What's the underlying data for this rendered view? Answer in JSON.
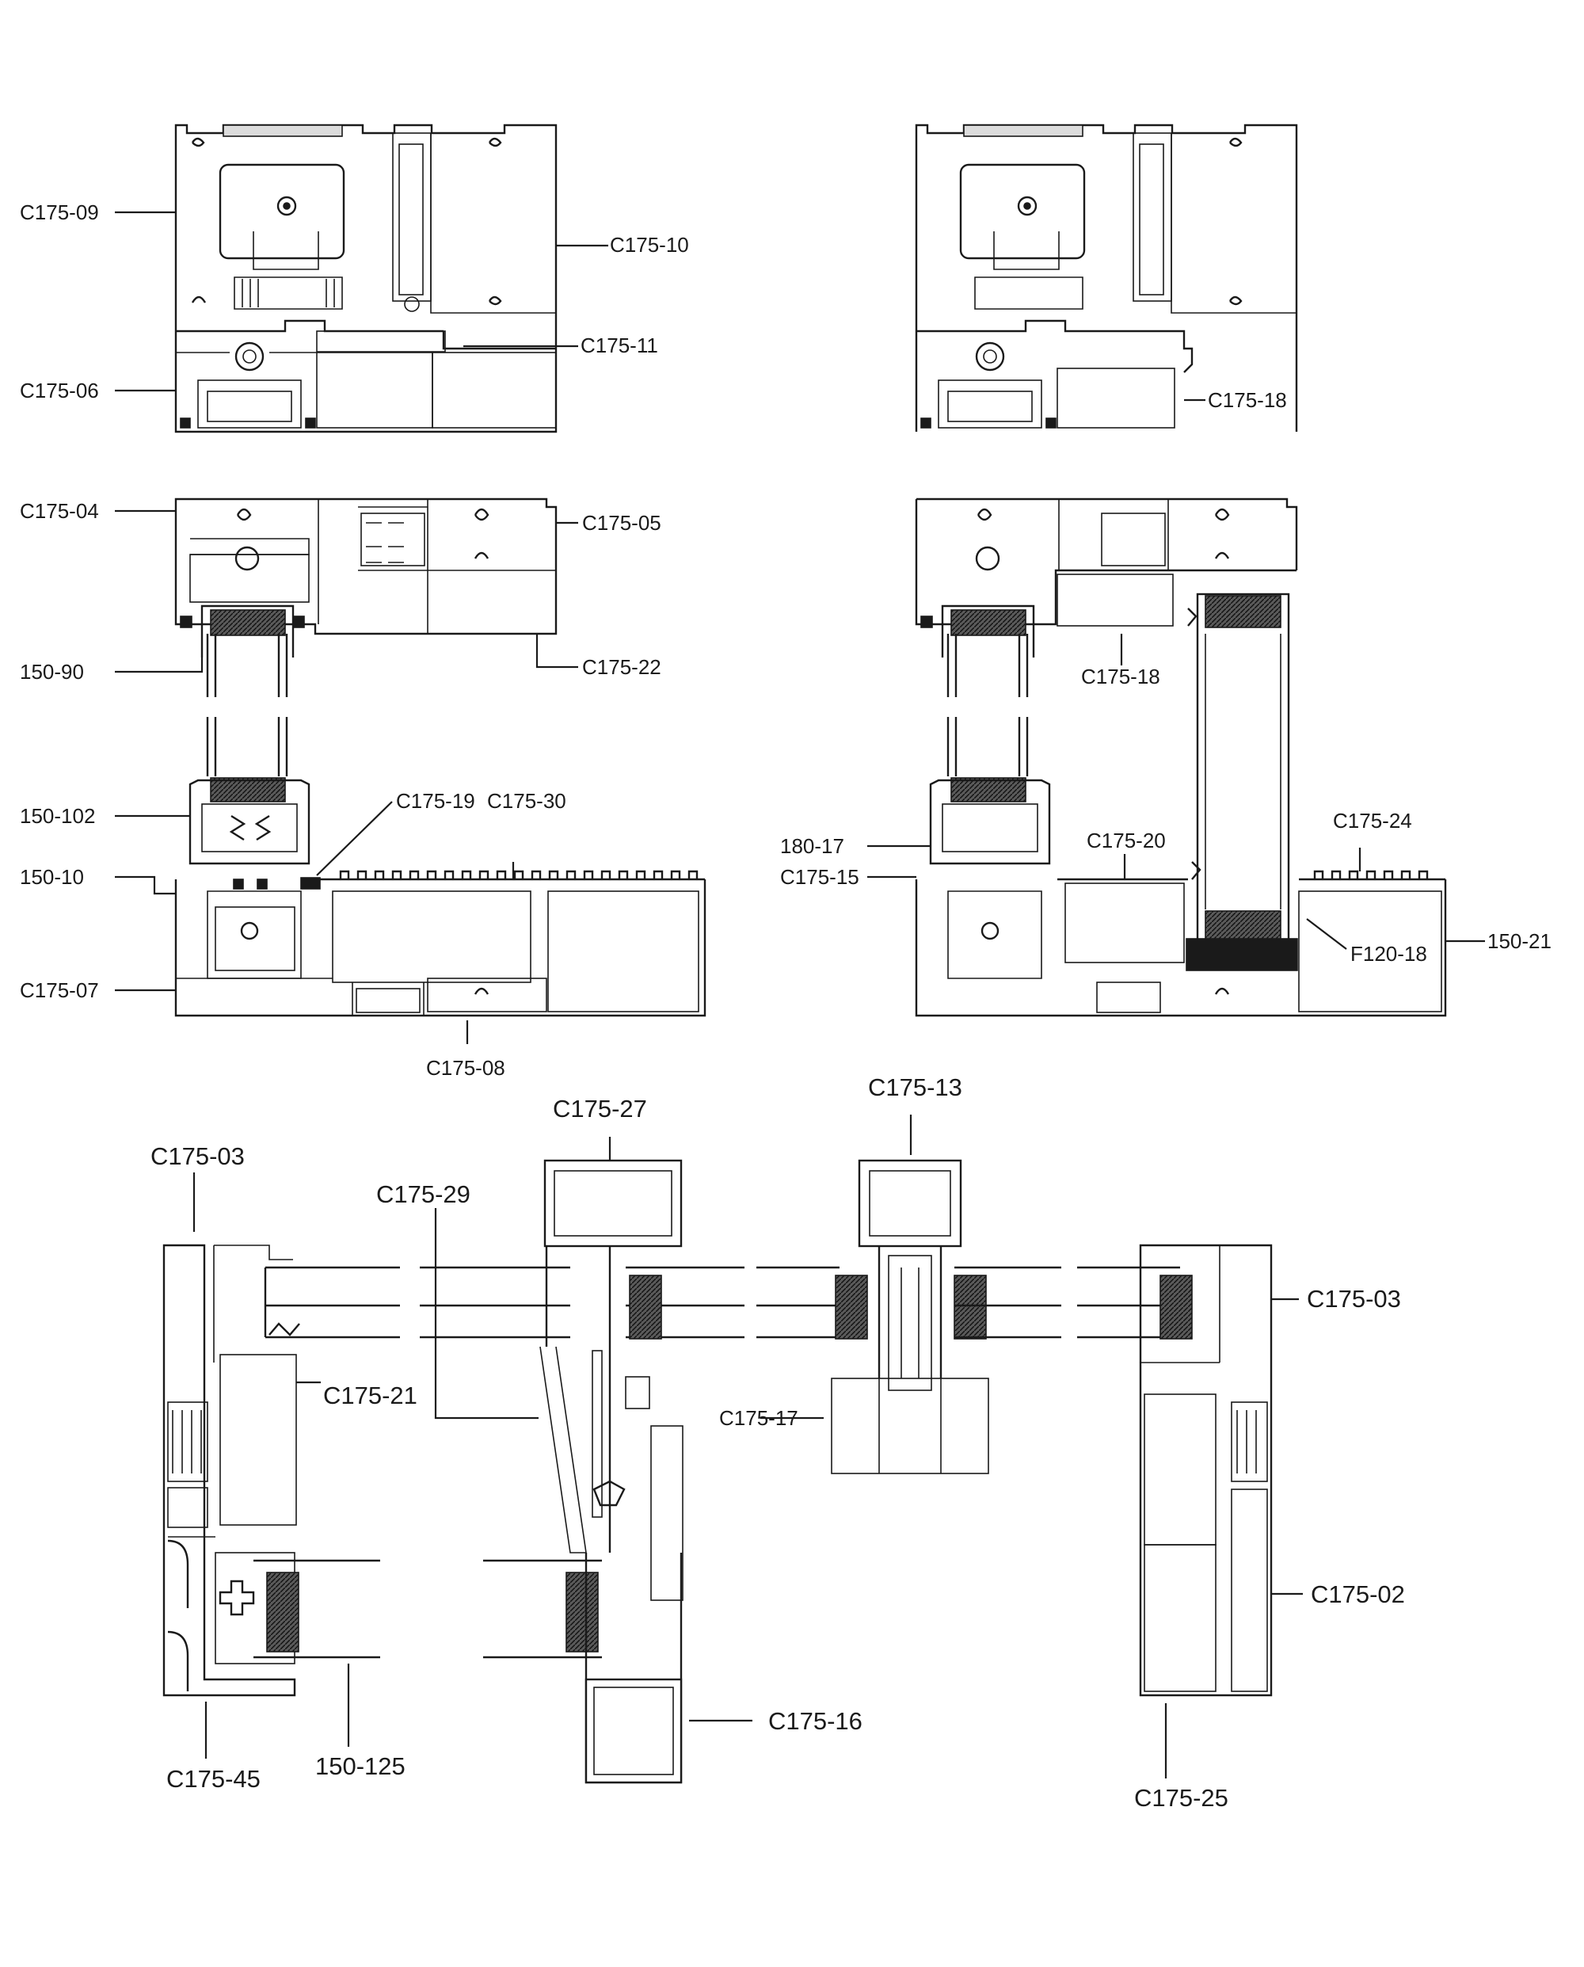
{
  "section_top_left": {
    "labels": {
      "a": "C175-09",
      "b": "C175-10",
      "c": "C175-11",
      "d": "C175-06"
    }
  },
  "section_top_right": {
    "labels": {
      "a": "C175-18"
    }
  },
  "section_mid_left": {
    "labels": {
      "a": "C175-04",
      "b": "C175-05",
      "c": "150-90",
      "d": "C175-22",
      "e": "150-102",
      "f": "C175-19",
      "g": "C175-30",
      "h": "150-10",
      "i": "C175-07",
      "j": "C175-08"
    }
  },
  "section_mid_right": {
    "labels": {
      "a": "C175-18",
      "b": "C175-24",
      "c": "180-17",
      "d": "C175-20",
      "e": "C175-15",
      "f": "F120-18",
      "g": "150-21"
    }
  },
  "section_bottom": {
    "labels": {
      "a": "C175-27",
      "b": "C175-13",
      "c": "C175-03",
      "d": "C175-29",
      "e": "C175-03",
      "f": "C175-21",
      "g": "C175-17",
      "h": "C175-02",
      "i": "C175-16",
      "j": "C175-45",
      "k": "150-125",
      "l": "C175-25"
    }
  }
}
